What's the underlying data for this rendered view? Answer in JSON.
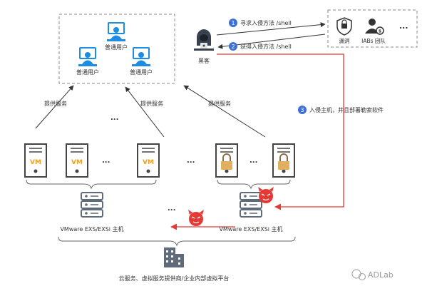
{
  "users": {
    "user_label": "普通用户"
  },
  "attacker": {
    "label": "黑客"
  },
  "threat_groups": {
    "vuln_label": "漏洞",
    "iabs_label": "IABs 团队",
    "more": "..."
  },
  "steps": [
    {
      "num": "1",
      "text": "寻求入侵方法 /shell"
    },
    {
      "num": "2",
      "text": "获得入侵方法 /shell"
    },
    {
      "num": "3",
      "text": "入侵主机，并且部署勒索软件"
    }
  ],
  "service_label": "提供服务",
  "ellipsis": "...",
  "vm": {
    "badge": "VM"
  },
  "hosts": {
    "left_label": "VMware EXS/EXSi 主机",
    "right_label": "VMware EXS/EXSi 主机"
  },
  "platform": {
    "label": "云服务、虚拟服务提供商/企业内部虚拟平台"
  },
  "watermark": {
    "text": "ADLab"
  },
  "colors": {
    "primary_blue": "#1e8ce0",
    "step_blue": "#3d6fd6",
    "attack_red": "#e53935",
    "vm_orange": "#f0a020",
    "lock_gold": "#e0b060",
    "server_gray": "#5f6b7a",
    "line_gray": "#333333"
  }
}
